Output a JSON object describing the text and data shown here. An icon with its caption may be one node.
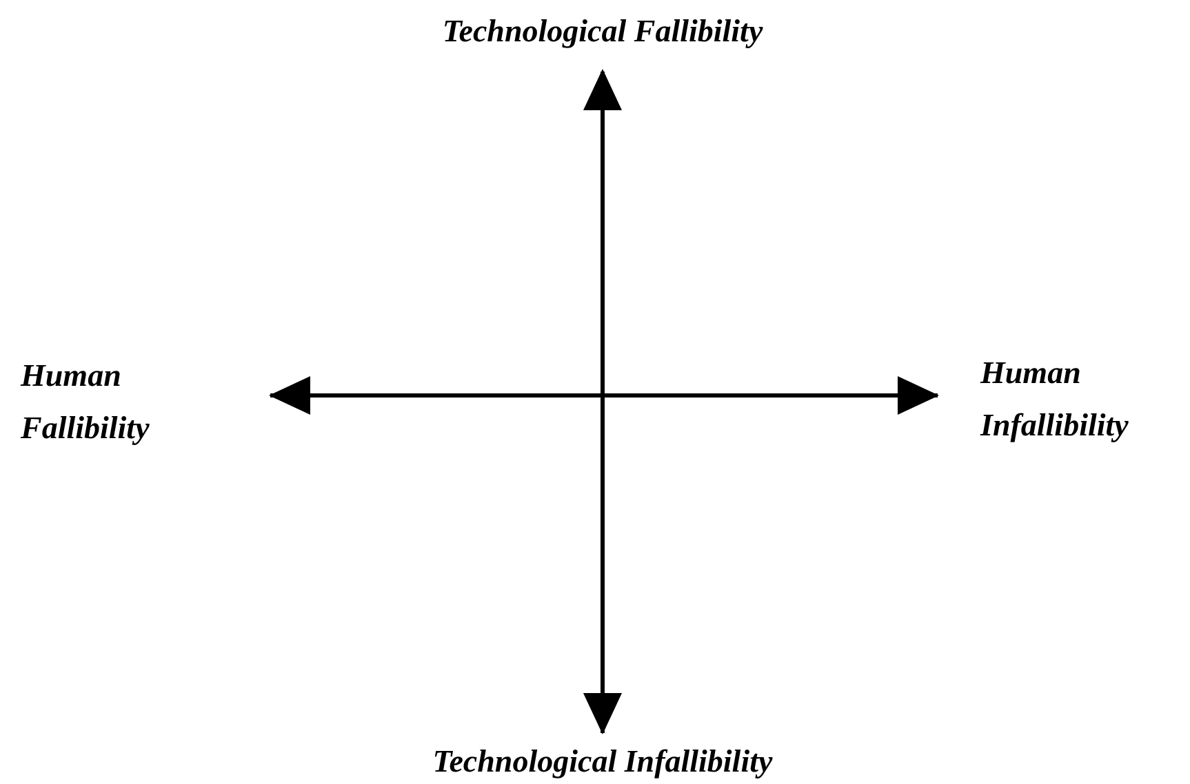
{
  "diagram": {
    "labels": [
      "Technological Fallibility",
      "Human Fallibility",
      "Human Infallibility",
      "Technological Infallibility"
    ]
  }
}
